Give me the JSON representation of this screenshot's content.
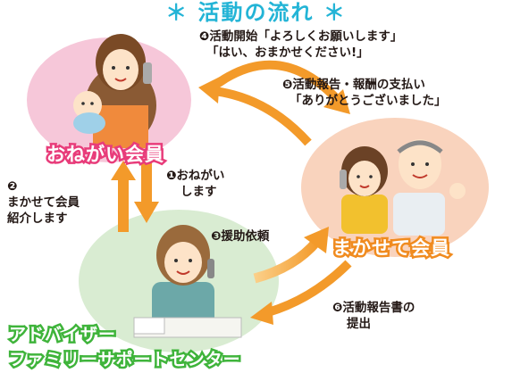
{
  "title": "＊ 活動の流れ ＊",
  "roles": {
    "requester": "おねがい会員",
    "helper": "まかせて会員",
    "center_line1": "アドバイザー",
    "center_line2": "ファミリーサポートセンター"
  },
  "steps": {
    "s1": [
      "❶おねがい",
      "します"
    ],
    "s2": [
      "❷",
      "まかせて会員",
      "紹介します"
    ],
    "s3": [
      "❸援助依頼"
    ],
    "s4": [
      "❹活動開始「よろしくお願いします」",
      "「はい、おまかせください!」"
    ],
    "s5": [
      "❺活動報告・報酬の支払い",
      "「ありがとうございました」"
    ],
    "s6": [
      "❻活動報告書の",
      "提出"
    ]
  },
  "colors": {
    "title": "#23b4d6",
    "requester_circle": "#f6c7d9",
    "requester_label": "#e83c7a",
    "helper_circle": "#f9d3bd",
    "helper_label": "#f08b1f",
    "center_circle": "#d9ecd2",
    "center_label": "#3fb43b",
    "arrow": "#f39a2a"
  }
}
